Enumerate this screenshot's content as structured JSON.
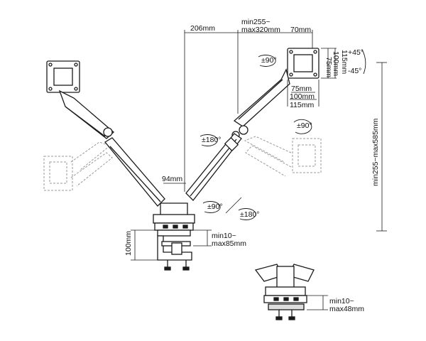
{
  "dimensions": {
    "arm_reach": "206mm",
    "arm_min_max_line1": "min255~",
    "arm_min_max_line2": "max320mm",
    "vesa_top": "70mm",
    "vesa_75": "75mm",
    "vesa_100": "100mm",
    "vesa_115": "115mm",
    "vesa_h_75": "75mm",
    "vesa_h_100": "100mm",
    "vesa_h_115": "115mm",
    "tilt_up": "+45°",
    "tilt_down": "-45°",
    "height_range": "min255~max585mm",
    "pole_offset": "94mm",
    "clamp_height": "100mm",
    "clamp_range_line1": "min10~",
    "clamp_range_line2": "max85mm",
    "grommet_range_line1": "min10~",
    "grommet_range_line2": "max48mm"
  },
  "rotations": {
    "rot_head_top": "±90°",
    "rot_swivel_right": "±90°",
    "rot_elbow_left": "±180°",
    "rot_base_90": "±90°",
    "rot_base_180": "±180°"
  },
  "colors": {
    "line": "#1a1a1a",
    "ghost": "#9a9a9a",
    "fill": "#ffffff"
  }
}
